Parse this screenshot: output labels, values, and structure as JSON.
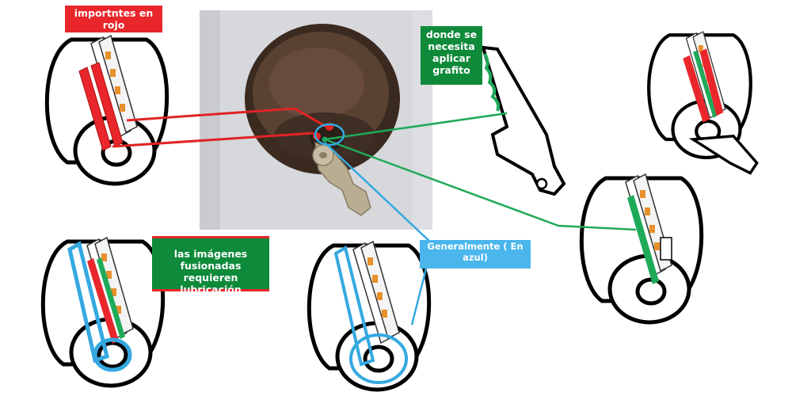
{
  "labels": {
    "important_red": "importntes en rojo",
    "graphite": "donde se necesita aplicar grafito",
    "fused": "las imágenes fusionadas requieren lubricación",
    "generally_blue": "Generalmente ( En azul)"
  },
  "colors": {
    "red_label_bg": "#e8262b",
    "red_line": "#e02424",
    "green_label_bg": "#0e8a3a",
    "green_line": "#1faa5a",
    "fused_label_bg": "#0e8a3a",
    "fused_label_border": "#e8262b",
    "blue_label_bg": "#4ab6ec",
    "blue_line": "#35a8e0",
    "lock_bronze": "#4a3528",
    "door_bg": "#d6d8dc",
    "key_brass": "#b9ad92",
    "pin_orange": "#e8902b",
    "outline": "#000000"
  },
  "icons": [
    "deadbolt-photo",
    "key-icon",
    "lock-cylinder-icon"
  ]
}
